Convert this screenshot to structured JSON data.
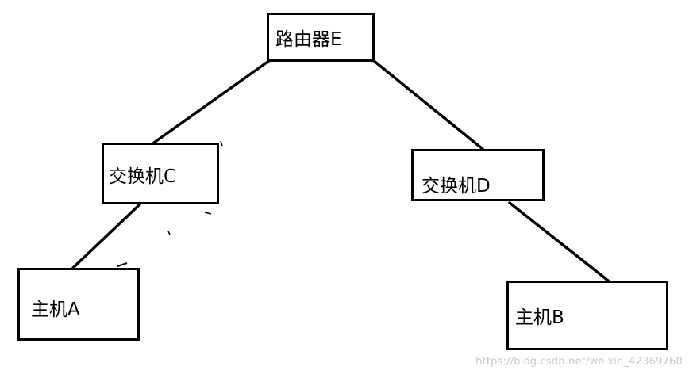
{
  "diagram": {
    "nodes": [
      {
        "id": "router-e",
        "label": "路由器E"
      },
      {
        "id": "switch-c",
        "label": "交换机C"
      },
      {
        "id": "switch-d",
        "label": "交换机D"
      },
      {
        "id": "host-a",
        "label": "主机A"
      },
      {
        "id": "host-b",
        "label": "主机B"
      }
    ],
    "edges": [
      {
        "from": "router-e",
        "to": "switch-c"
      },
      {
        "from": "router-e",
        "to": "switch-d"
      },
      {
        "from": "switch-c",
        "to": "host-a"
      },
      {
        "from": "switch-d",
        "to": "host-b"
      }
    ],
    "watermark": "https://blog.csdn.net/weixin_42369760",
    "colors": {
      "line": "#000000",
      "box_border": "#000000",
      "background": "#ffffff",
      "watermark": "#c9c9c9"
    }
  }
}
